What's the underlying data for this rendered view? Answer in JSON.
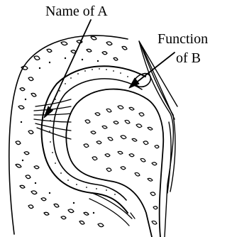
{
  "labels": {
    "a": "Name of A",
    "b_line1": "Function",
    "b_line2": "of B"
  },
  "colors": {
    "ink": "#000000",
    "paper": "#ffffff"
  }
}
